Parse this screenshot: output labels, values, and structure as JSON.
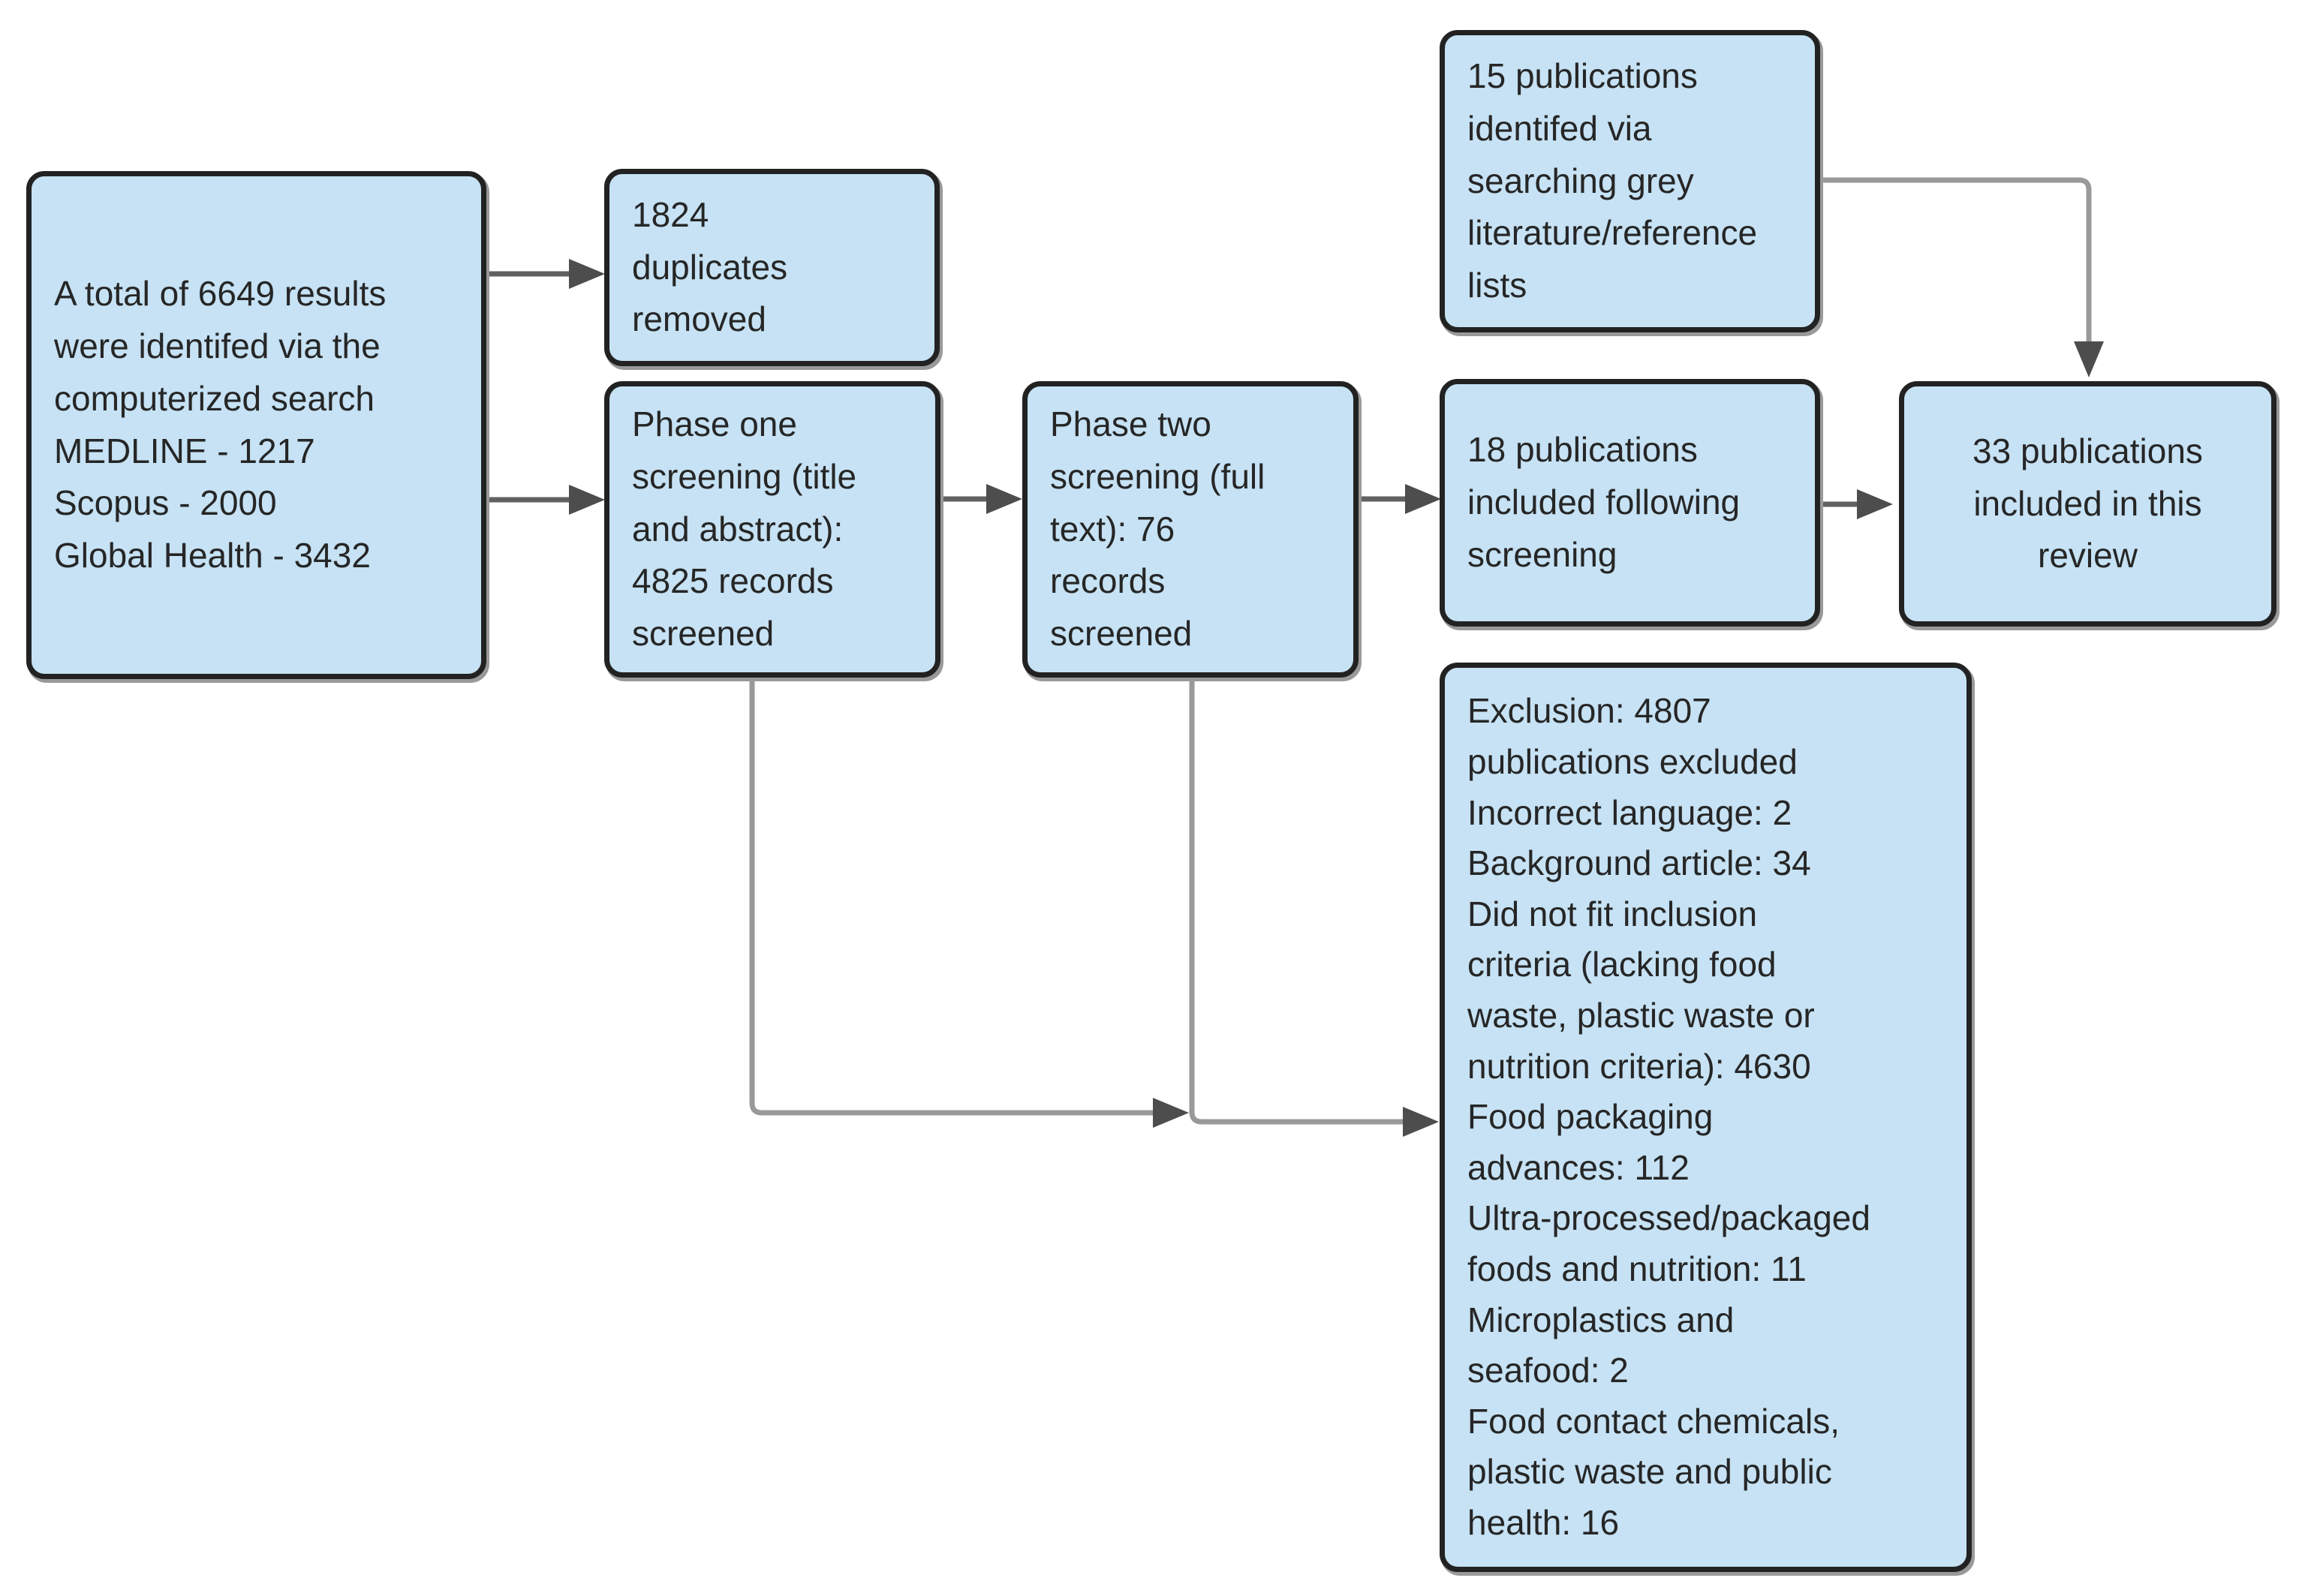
{
  "diagram": {
    "title": "Publication screening flow diagram",
    "colors": {
      "background": "#ffffff",
      "box_fill": "#c6e2f4",
      "box_border": "#222222",
      "box_shadow": "#999999",
      "text": "#262626",
      "elbow_connector": "#999999",
      "straight_connector": "#616161",
      "arrowhead": "#4d4d4d"
    },
    "boxes": {
      "total_results": {
        "text": "A total of 6649 results\nwere identifed via the\ncomputerized search\nMEDLINE - 1217\nScopus - 2000\nGlobal Health - 3432"
      },
      "duplicates_removed": {
        "text": "1824\nduplicates\nremoved"
      },
      "phase_one": {
        "text": "Phase one\nscreening (title\nand abstract):\n4825 records\nscreened"
      },
      "phase_two": {
        "text": "Phase two\nscreening (full\ntext): 76\nrecords\nscreened"
      },
      "grey_literature": {
        "text": "15 publications\nidentifed via\nsearching grey\nliterature/reference\nlists"
      },
      "included_following_screening": {
        "text": "18 publications\nincluded following\nscreening"
      },
      "included_in_review": {
        "text": "33 publications\nincluded in this\nreview"
      },
      "exclusion": {
        "text": "Exclusion: 4807\npublications excluded\nIncorrect language: 2\nBackground article: 34\nDid not fit inclusion\ncriteria (lacking food\nwaste, plastic waste or\nnutrition criteria): 4630\nFood packaging\nadvances: 112\nUltra-processed/packaged\nfoods and nutrition: 11\nMicroplastics and\nseafood: 2\nFood contact chemicals,\nplastic waste and public\nhealth: 16"
      }
    }
  }
}
